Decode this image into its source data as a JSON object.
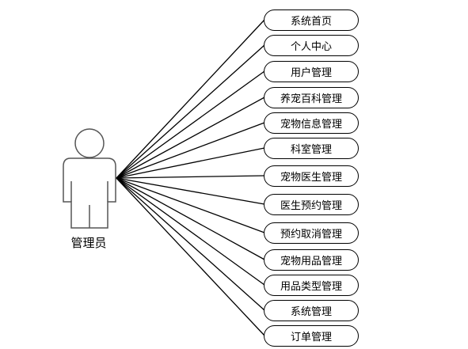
{
  "actor": {
    "label": "管理员"
  },
  "use_cases": [
    "系统首页",
    "个人中心",
    "用户管理",
    "养宠百科管理",
    "宠物信息管理",
    "科室管理",
    "宠物医生管理",
    "医生预约管理",
    "预约取消管理",
    "宠物用品管理",
    "用品类型管理",
    "系统管理",
    "订单管理"
  ],
  "colors": {
    "stroke": "#000000",
    "actor_stroke": "#555555",
    "background": "#ffffff"
  }
}
